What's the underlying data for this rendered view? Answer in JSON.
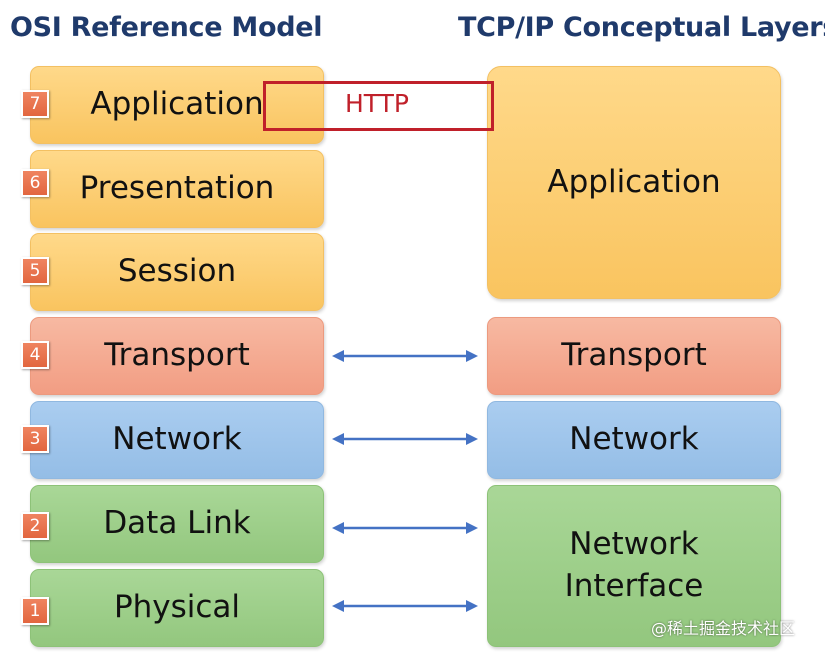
{
  "osi": {
    "title": "OSI Reference Model",
    "layers": [
      {
        "number": "7",
        "name": "Application"
      },
      {
        "number": "6",
        "name": "Presentation"
      },
      {
        "number": "5",
        "name": "Session"
      },
      {
        "number": "4",
        "name": "Transport"
      },
      {
        "number": "3",
        "name": "Network"
      },
      {
        "number": "2",
        "name": "Data Link"
      },
      {
        "number": "1",
        "name": "Physical"
      }
    ]
  },
  "tcpip": {
    "title": "TCP/IP Conceptual Layers",
    "layers": [
      {
        "name": "Application"
      },
      {
        "name": "Transport"
      },
      {
        "name": "Network"
      },
      {
        "name_line1": "Network",
        "name_line2": "Interface"
      }
    ]
  },
  "annotation": {
    "label": "HTTP",
    "color": "#c0202a"
  },
  "colors": {
    "application": "#f9c45f",
    "transport": "#f29d83",
    "network": "#94bde6",
    "link": "#93c77e",
    "title": "#1f3a6b",
    "number_badge": "#e2663f",
    "arrow": "#4472c4"
  },
  "watermark": "@稀土掘金技术社区"
}
